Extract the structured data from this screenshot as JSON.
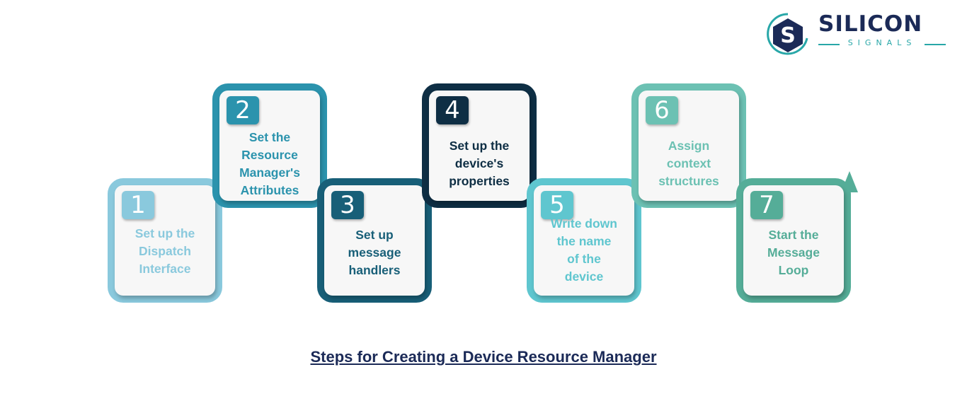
{
  "logo": {
    "name": "SILICON",
    "tagline": "SIGNALS",
    "monogram": "S",
    "colors": {
      "navy": "#1b2a57",
      "teal": "#28a7a8"
    }
  },
  "steps": [
    {
      "number": "1",
      "label": "Set up the\nDispatch\nInterface",
      "color": "#8ac9dd",
      "text_color": "#8ac9dd",
      "badge_color": "#8ac9dd"
    },
    {
      "number": "2",
      "label": "Set the\nResource\nManager's\nAttributes",
      "color": "#2b93ad",
      "text_color": "#2b93ad",
      "badge_color": "#2b93ad"
    },
    {
      "number": "3",
      "label": "Set up\nmessage\nhandlers",
      "color": "#185f78",
      "text_color": "#185f78",
      "badge_color": "#185f78"
    },
    {
      "number": "4",
      "label": "Set up the\ndevice's\nproperties",
      "color": "#0e2e44",
      "text_color": "#0e2e44",
      "badge_color": "#0e2e44"
    },
    {
      "number": "5",
      "label": "Write down\nthe name\nof the\ndevice",
      "color": "#5fc6cf",
      "text_color": "#5fc6cf",
      "badge_color": "#5fc6cf"
    },
    {
      "number": "6",
      "label": "Assign\ncontext\nstructures",
      "color": "#6cc1b3",
      "text_color": "#6cc1b3",
      "badge_color": "#6cc1b3"
    },
    {
      "number": "7",
      "label": "Start the\nMessage\nLoop",
      "color": "#55ad98",
      "text_color": "#55ad98",
      "badge_color": "#55ad98"
    }
  ],
  "caption": "Steps for Creating a Device Resource Manager"
}
